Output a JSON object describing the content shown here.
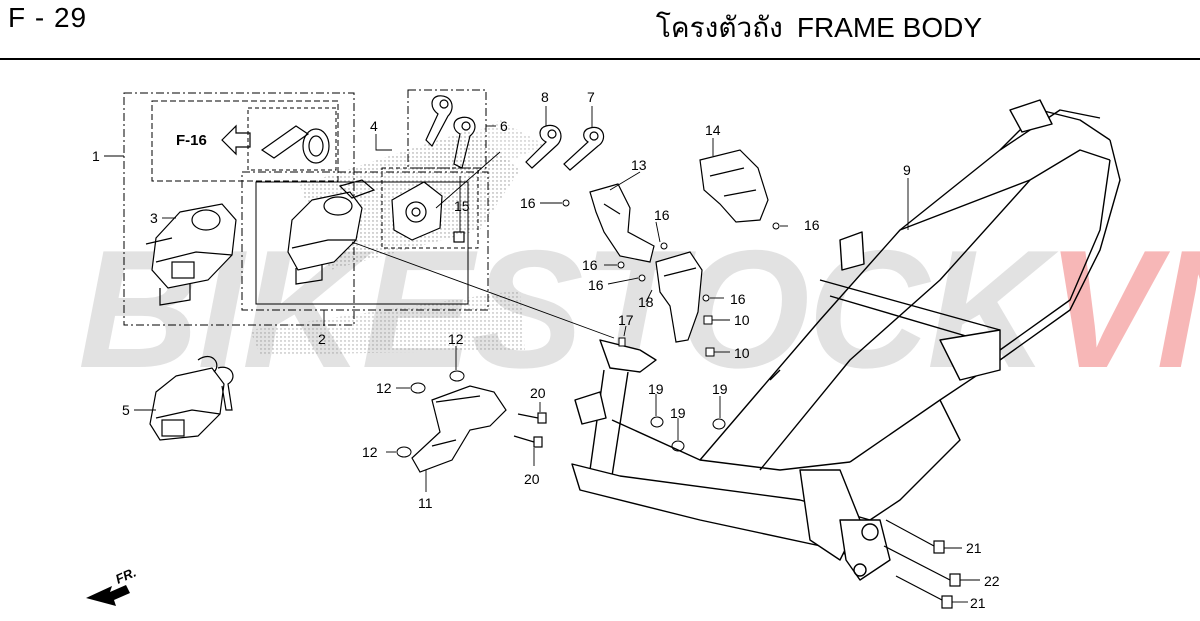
{
  "header": {
    "page_code": "F - 29",
    "title_thai": "โครงตัวถัง",
    "title_en": "FRAME BODY"
  },
  "watermark": {
    "part_a": "BIKESTOCK",
    "part_b": "VN"
  },
  "reference": {
    "label": "F-16"
  },
  "direction": {
    "label": "FR."
  },
  "callouts": [
    "1",
    "2",
    "3",
    "4",
    "5",
    "6",
    "7",
    "8",
    "9",
    "10",
    "10",
    "11",
    "12",
    "12",
    "12",
    "13",
    "14",
    "15",
    "16",
    "16",
    "16",
    "16",
    "16",
    "16",
    "17",
    "18",
    "19",
    "19",
    "19",
    "20",
    "20",
    "21",
    "21",
    "22"
  ],
  "colors": {
    "line": "#000000",
    "watermark_gray": "#9a9a9a",
    "watermark_red": "#e60000"
  }
}
